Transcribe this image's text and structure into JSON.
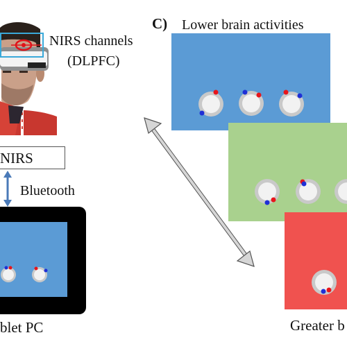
{
  "figure": {
    "panel_label": "C)",
    "lower_label": "Lower brain activities",
    "greater_label": "Greater b",
    "nirs_channels_line1": "NIRS channels",
    "nirs_channels_line2": "(DLPFC)",
    "nirs_box_label": "NIRS",
    "bluetooth_label": "Bluetooth",
    "tablet_label": "blet PC"
  },
  "colors": {
    "blue_panel": "#5b9bd5",
    "green_panel": "#a9d18e",
    "red_panel": "#f0524f",
    "tablet_frame": "#000000",
    "dot_red": "#e8151b",
    "dot_blue": "#1f2fd6",
    "circle_fill": "#f2f2f2",
    "circle_ring": "#c9c9c9",
    "bluetooth_arrow": "#4a7ab8",
    "double_arrow": "#cfcfcf",
    "channel_box": "#3aa9d9"
  },
  "icons": [
    "person-photo",
    "double-arrow-icon",
    "bluetooth-arrow-icon"
  ]
}
